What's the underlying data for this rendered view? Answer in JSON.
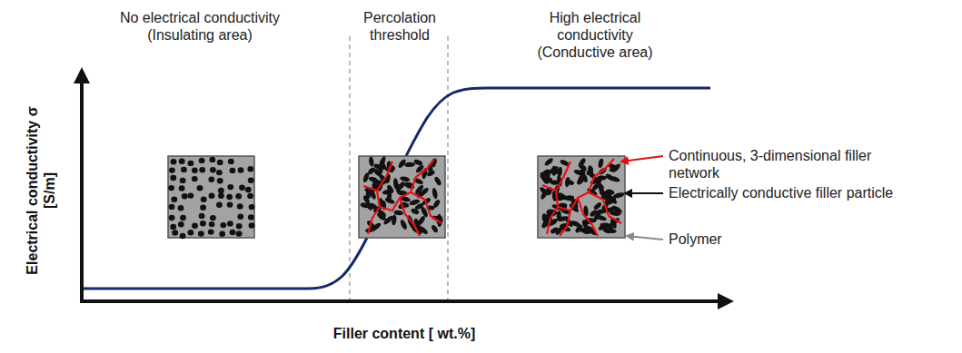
{
  "diagram": {
    "labels": [
      "No electrical conductivity (Insulating area)",
      "Percolation threshold",
      "High electrical conductivity (Conductive area)",
      "Electrical conductivity σ [S/m]",
      "Filler content [ wt.%]",
      "Continuous, 3-dimensional filler network",
      "Electrically conductive filler particle",
      "Polymer"
    ]
  }
}
